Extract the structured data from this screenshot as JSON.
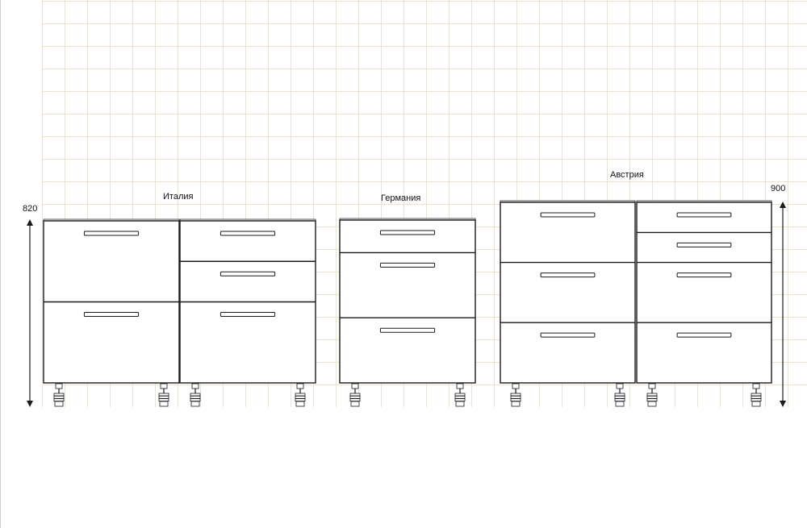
{
  "title": "",
  "groups": [
    {
      "label": "Италия",
      "cabinets": [
        {
          "drawers": [
            0.5,
            0.5
          ]
        },
        {
          "drawers": [
            0.25,
            0.25,
            0.5
          ]
        }
      ]
    },
    {
      "label": "Германия",
      "cabinets": [
        {
          "drawers": [
            0.2,
            0.4,
            0.4
          ]
        }
      ]
    },
    {
      "label": "Австрия",
      "cabinets": [
        {
          "drawers": [
            0.333,
            0.333,
            0.334
          ]
        },
        {
          "drawers": [
            0.167,
            0.166,
            0.333,
            0.334
          ]
        }
      ]
    }
  ],
  "dimensions": {
    "left_height": "820",
    "right_height": "900"
  },
  "colors": {
    "grid": "#efe2cd",
    "line": "#1a1a1a",
    "countertop": "#f2f2f2"
  }
}
